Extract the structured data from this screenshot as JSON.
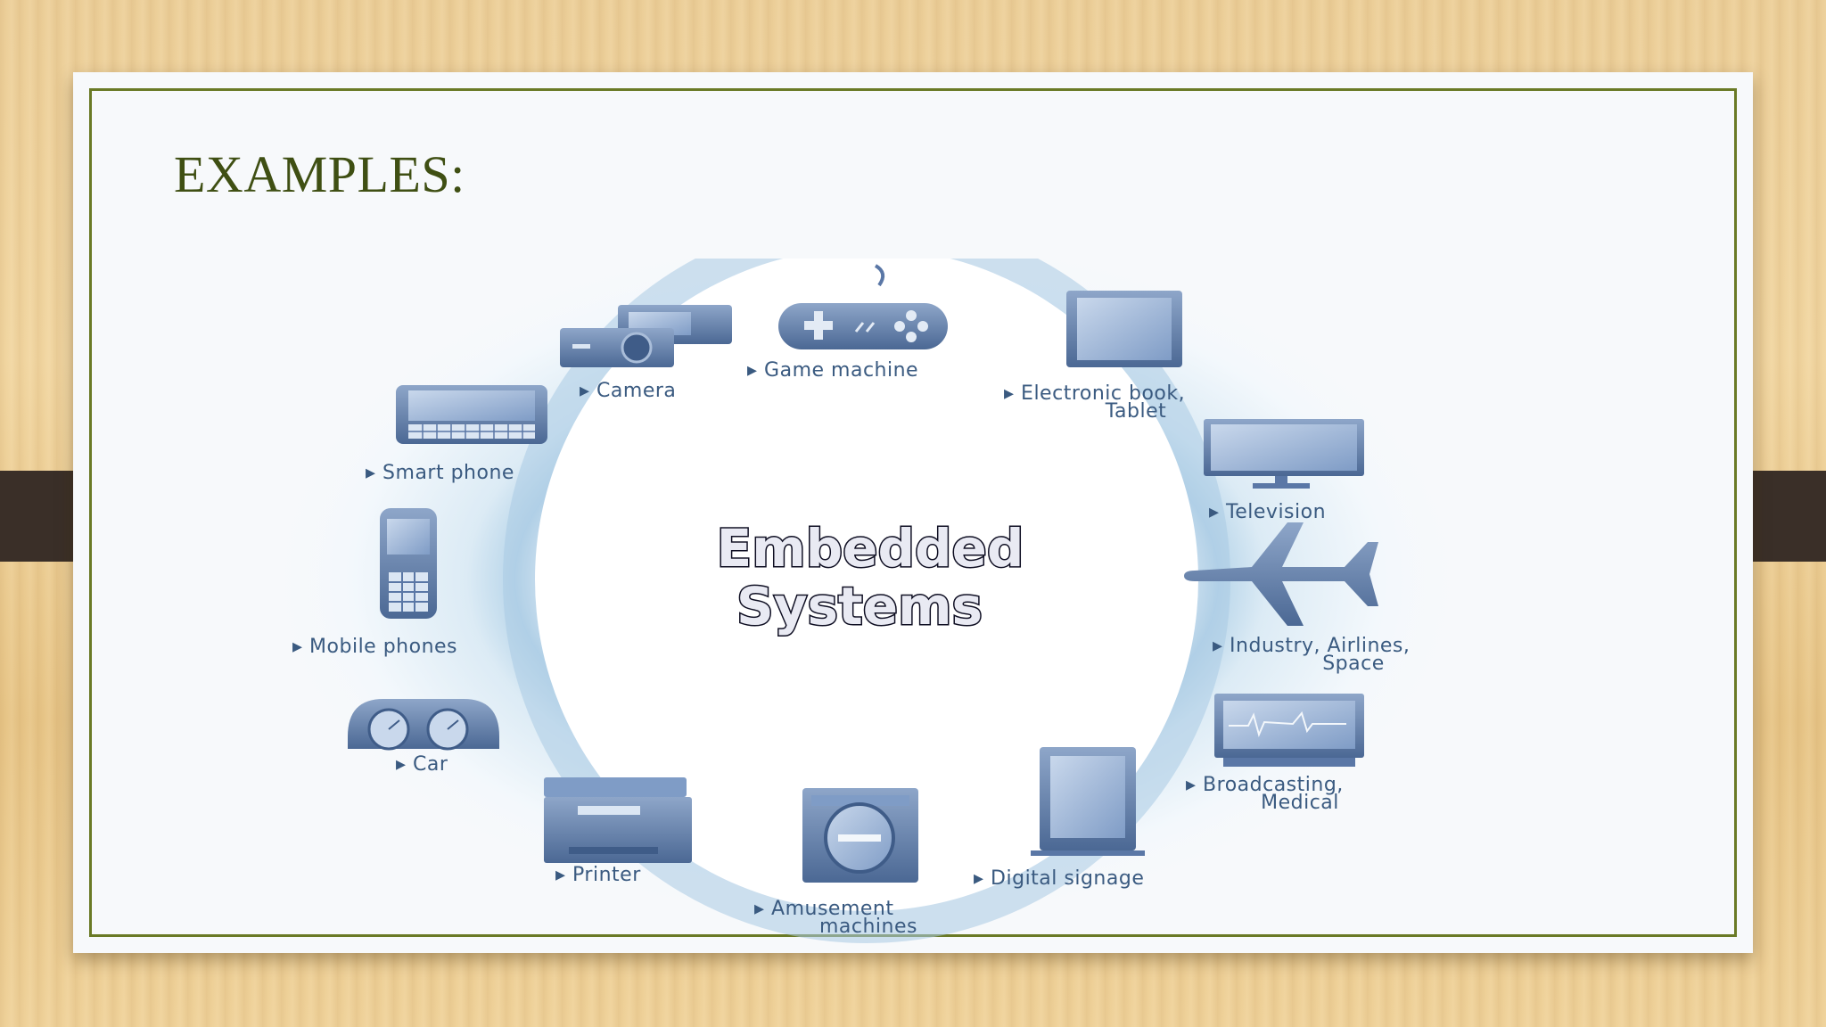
{
  "slide": {
    "title": "EXAMPLES:"
  },
  "diagram": {
    "center_lines": [
      "Embedded",
      "Systems"
    ],
    "items": [
      {
        "icon": "camera-icon",
        "lines": [
          "Camera"
        ]
      },
      {
        "icon": "game-controller-icon",
        "lines": [
          "Game machine"
        ]
      },
      {
        "icon": "tablet-icon",
        "lines": [
          "Electronic book,",
          "Tablet"
        ]
      },
      {
        "icon": "television-icon",
        "lines": [
          "Television"
        ]
      },
      {
        "icon": "airplane-icon",
        "lines": [
          "Industry, Airlines,",
          "Space"
        ]
      },
      {
        "icon": "medical-monitor-icon",
        "lines": [
          "Broadcasting,",
          "Medical"
        ]
      },
      {
        "icon": "digital-signage-icon",
        "lines": [
          "Digital signage"
        ]
      },
      {
        "icon": "amusement-machine-icon",
        "lines": [
          "Amusement",
          "machines"
        ]
      },
      {
        "icon": "printer-icon",
        "lines": [
          "Printer"
        ]
      },
      {
        "icon": "car-dashboard-icon",
        "lines": [
          "Car"
        ]
      },
      {
        "icon": "mobile-phone-icon",
        "lines": [
          "Mobile phones"
        ]
      },
      {
        "icon": "smart-phone-icon",
        "lines": [
          "Smart phone"
        ]
      }
    ]
  },
  "colors": {
    "title": "#3f4f13",
    "frame": "#6a7a26",
    "icon_blue": "#5a77a6",
    "label_blue": "#3a5a80"
  }
}
